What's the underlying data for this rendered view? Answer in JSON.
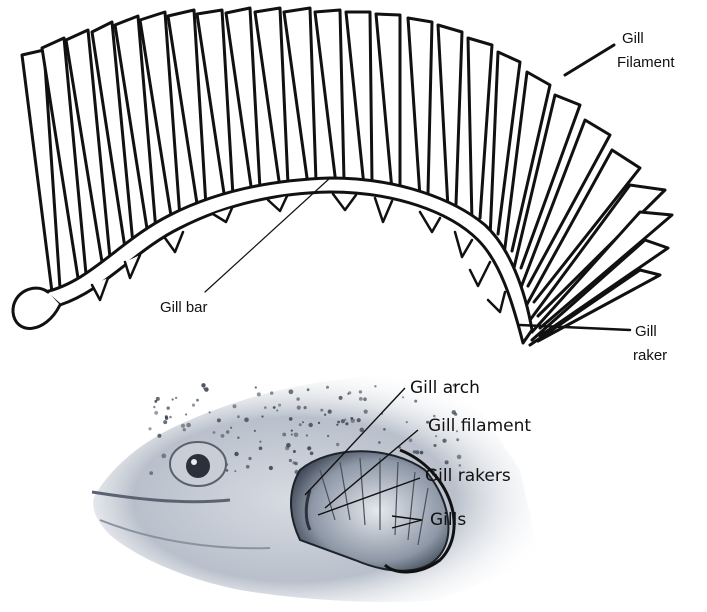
{
  "labels": {
    "gill_filament_top_1": "Gill",
    "gill_filament_top_2": "Filament",
    "gill_bar": "Gill bar",
    "gill_raker_1": "Gill",
    "gill_raker_2": "raker",
    "gill_arch": "Gill arch",
    "gill_filament_bottom": "Gill filament",
    "gill_rakers": "Gill rakers",
    "gills": "Gills"
  },
  "colors": {
    "ink": "#111111",
    "fish_shade": "#6f7a88",
    "fish_dark": "#2a2f3a",
    "background": "#ffffff"
  }
}
